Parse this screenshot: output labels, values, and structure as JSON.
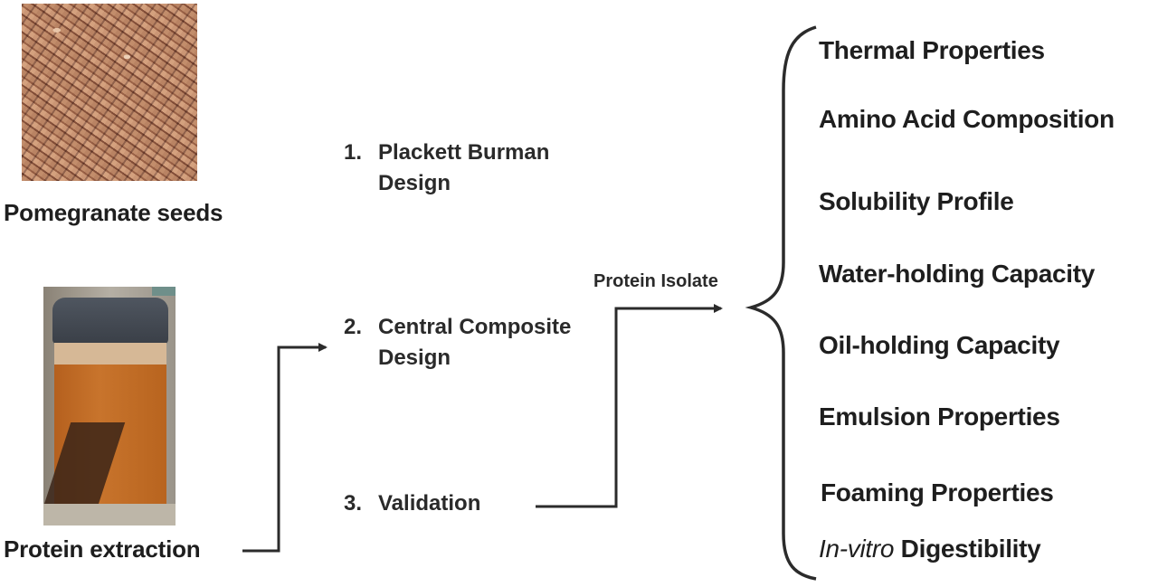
{
  "left": {
    "seeds_caption": "Pomegranate seeds",
    "extraction_caption": "Protein extraction"
  },
  "steps": [
    {
      "num": "1.",
      "line1": "Plackett Burman",
      "line2": "Design"
    },
    {
      "num": "2.",
      "line1": "Central Composite",
      "line2": "Design"
    },
    {
      "num": "3.",
      "line1": "Validation"
    }
  ],
  "isolate_label": "Protein Isolate",
  "properties": [
    {
      "text": "Thermal Properties"
    },
    {
      "text": "Amino Acid Composition"
    },
    {
      "text": "Solubility Profile"
    },
    {
      "text": "Water-holding Capacity"
    },
    {
      "text": "Oil-holding Capacity"
    },
    {
      "text": "Emulsion Properties"
    },
    {
      "text": "Foaming Properties"
    },
    {
      "italic": "In-vitro",
      "text": " Digestibility"
    }
  ],
  "colors": {
    "line": "#2b2b2b",
    "text": "#1e1e1e"
  }
}
